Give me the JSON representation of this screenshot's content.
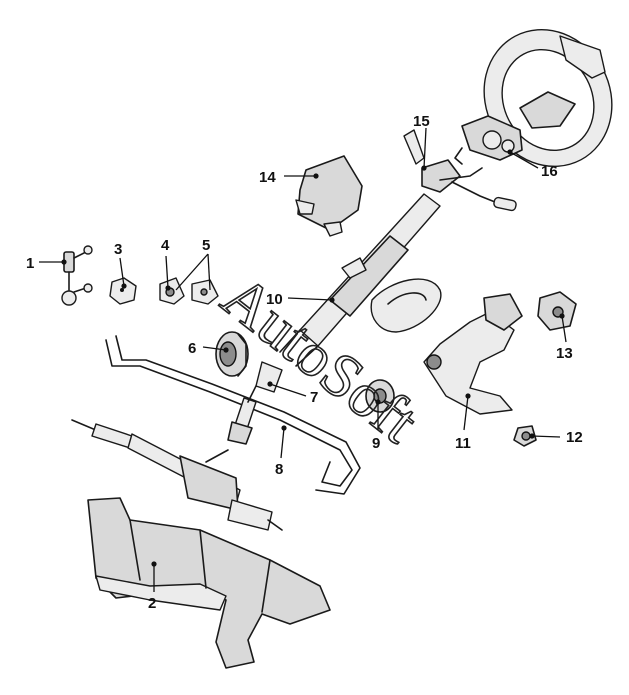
{
  "watermark": "AutoSoft",
  "callouts": [
    {
      "id": "1",
      "label": "1"
    },
    {
      "id": "2",
      "label": "2"
    },
    {
      "id": "3",
      "label": "3"
    },
    {
      "id": "4",
      "label": "4"
    },
    {
      "id": "5",
      "label": "5"
    },
    {
      "id": "6",
      "label": "6"
    },
    {
      "id": "7",
      "label": "7"
    },
    {
      "id": "8",
      "label": "8"
    },
    {
      "id": "9",
      "label": "9"
    },
    {
      "id": "10",
      "label": "10"
    },
    {
      "id": "11",
      "label": "11"
    },
    {
      "id": "12",
      "label": "12"
    },
    {
      "id": "13",
      "label": "13"
    },
    {
      "id": "14",
      "label": "14"
    },
    {
      "id": "15",
      "label": "15"
    },
    {
      "id": "16",
      "label": "16"
    }
  ]
}
